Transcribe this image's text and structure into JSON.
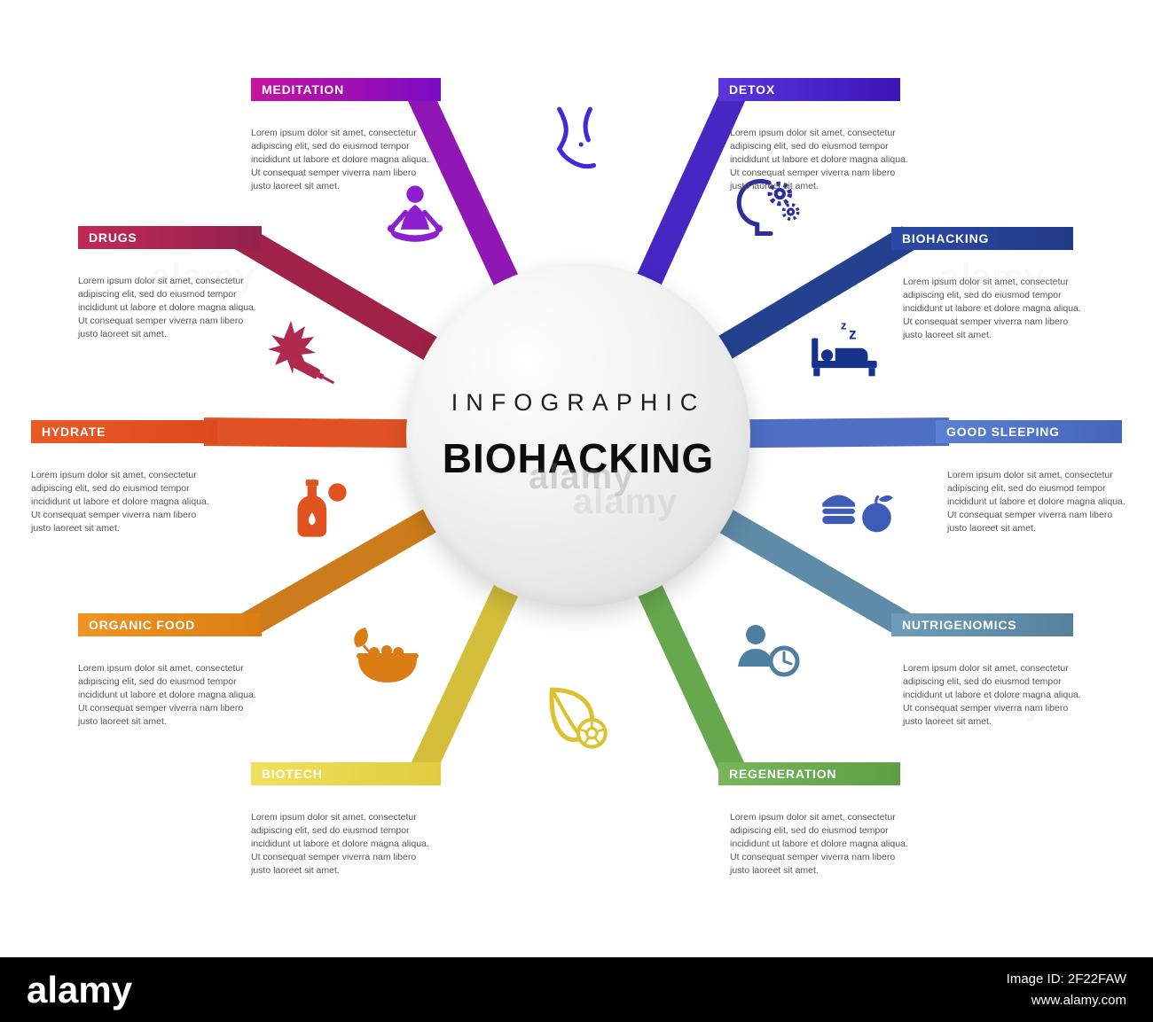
{
  "center": {
    "subtitle": "INFOGRAPHIC",
    "title": "BIOHACKING"
  },
  "lorem": "Lorem ipsum dolor sit amet, consectetur adipiscing elit, sed do eiusmod tempor incididunt ut labore et dolore magna aliqua. Ut consequat semper viverra nam libero justo laoreet sit amet.",
  "sections": [
    {
      "id": "meditation",
      "label": "MEDITATION",
      "banner_from": "#c414a0",
      "banner_to": "#7c0bc4",
      "beam_color": "#9117b5"
    },
    {
      "id": "detox",
      "label": "DETOX",
      "banner_from": "#5a35dc",
      "banner_to": "#3c14b8",
      "beam_color": "#4527c4"
    },
    {
      "id": "drugs",
      "label": "DRUGS",
      "banner_from": "#c22955",
      "banner_to": "#93224e",
      "beam_color": "#a02347"
    },
    {
      "id": "biohacking",
      "label": "BIOHACKING",
      "banner_from": "#2b4aa4",
      "banner_to": "#203a86",
      "beam_color": "#24418f"
    },
    {
      "id": "hydrate",
      "label": "HYDRATE",
      "banner_from": "#ea5a28",
      "banner_to": "#dd4a1c",
      "beam_color": "#e05224"
    },
    {
      "id": "good_sleeping",
      "label": "GOOD SLEEPING",
      "banner_from": "#5b80d2",
      "banner_to": "#4565ba",
      "beam_color": "#4f6fc4"
    },
    {
      "id": "organic_food",
      "label": "ORGANIC FOOD",
      "banner_from": "#f09524",
      "banner_to": "#db7d14",
      "beam_color": "#cc7c1a"
    },
    {
      "id": "nutrigenomics",
      "label": "NUTRIGENOMICS",
      "banner_from": "#6f9cb8",
      "banner_to": "#55819d",
      "beam_color": "#5e8ba8"
    },
    {
      "id": "biotech",
      "label": "BIOTECH",
      "banner_from": "#f0e05c",
      "banner_to": "#e2cc3e",
      "beam_color": "#d3bd3a"
    },
    {
      "id": "regeneration",
      "label": "REGENERATION",
      "banner_from": "#78b65c",
      "banner_to": "#5e9e45",
      "beam_color": "#67a84e"
    }
  ],
  "icons": [
    {
      "name": "meditating-person-icon",
      "color": "#8d1fd0"
    },
    {
      "name": "waist-icon",
      "color": "#3f2bd8"
    },
    {
      "name": "head-with-gears-icon",
      "color": "#2d2d9e"
    },
    {
      "name": "maple-leaf-syringe-icon",
      "color": "#b02a50"
    },
    {
      "name": "sleeping-bed-icon",
      "color": "#16328c"
    },
    {
      "name": "water-bottle-icon",
      "color": "#e0521f"
    },
    {
      "name": "burger-apple-icon",
      "color": "#3d5cb8"
    },
    {
      "name": "bowl-with-leaf-icon",
      "color": "#d97d14"
    },
    {
      "name": "person-clock-icon",
      "color": "#4f7f9e"
    },
    {
      "name": "leaf-cell-icon",
      "color": "#dcc22e"
    }
  ],
  "watermark": "alamy",
  "footer": {
    "brand": "alamy",
    "image_id": "Image ID: 2F22FAW",
    "url": "www.alamy.com"
  }
}
